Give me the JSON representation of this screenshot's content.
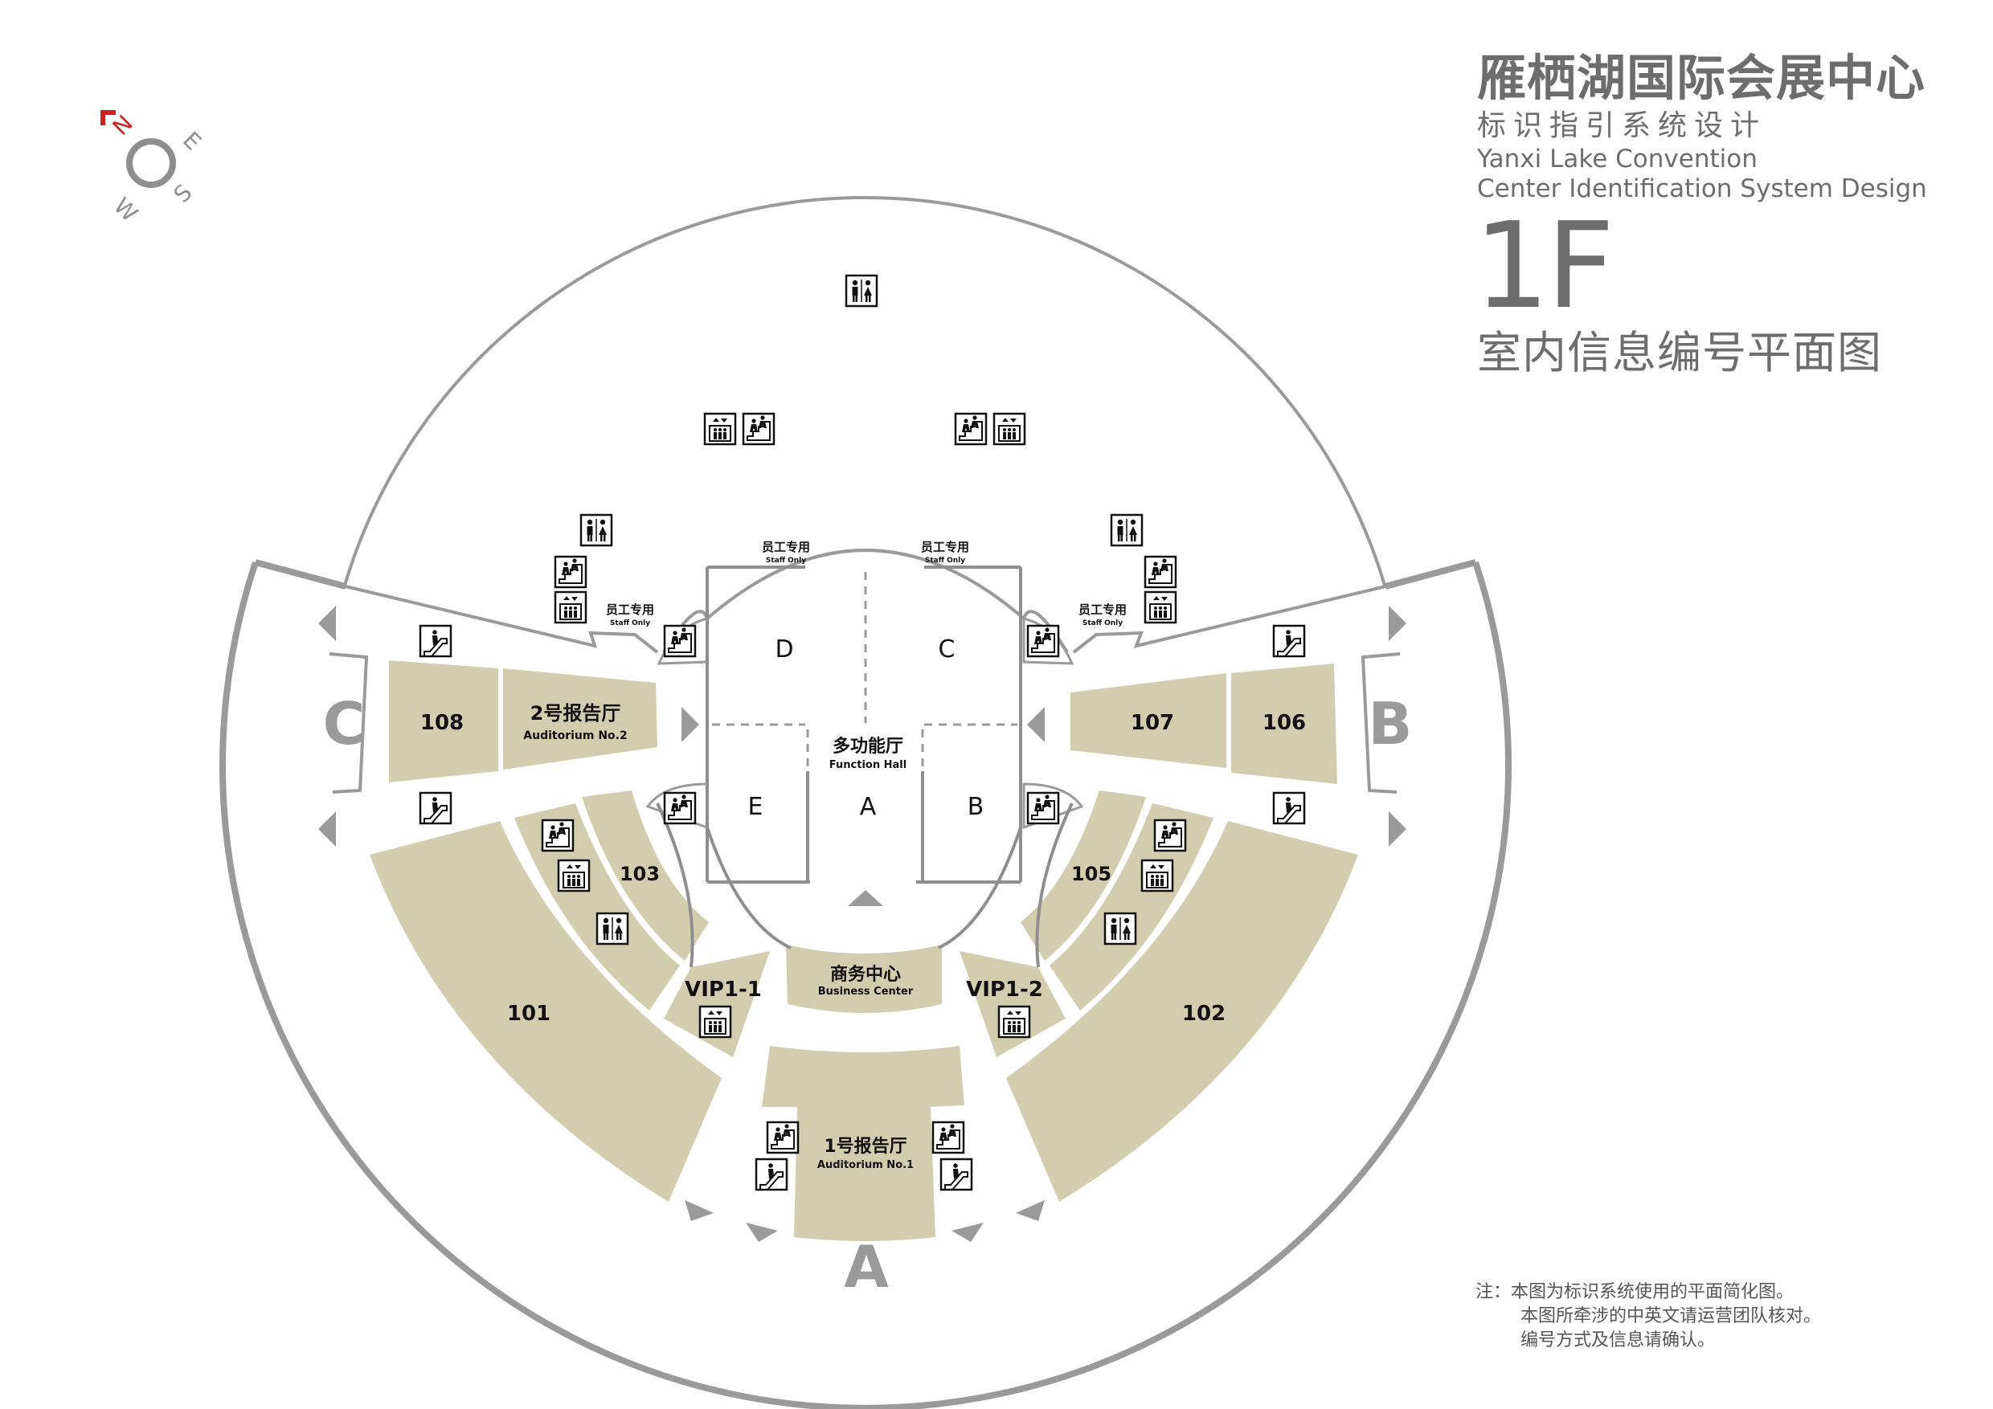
{
  "title": {
    "name_cn": "雁栖湖国际会展中心",
    "subtitle_cn": "标识指引系统设计",
    "name_en_line1": "Yanxi Lake Convention",
    "name_en_line2": "Center Identification System Design",
    "floor": "1F",
    "plan_cn": "室内信息编号平面图"
  },
  "compass": {
    "n": "N",
    "e": "E",
    "s": "S",
    "w": "W"
  },
  "entrances": {
    "a": "A",
    "b": "B",
    "c": "C"
  },
  "rooms": {
    "r108": "108",
    "aud2_cn": "2号报告厅",
    "aud2_en": "Auditorium No.2",
    "r107": "107",
    "r106": "106",
    "r103": "103",
    "r105": "105",
    "r101": "101",
    "r102": "102",
    "vip1": "VIP1-1",
    "vip2": "VIP1-2",
    "biz_cn": "商务中心",
    "biz_en": "Business Center",
    "aud1_cn": "1号报告厅",
    "aud1_en": "Auditorium No.1",
    "func_cn": "多功能厅",
    "func_en": "Function Hall",
    "hall_d": "D",
    "hall_c": "C",
    "hall_e": "E",
    "hall_a": "A",
    "hall_b": "B"
  },
  "staff": {
    "cn": "员工专用",
    "en": "Staff Only"
  },
  "note": {
    "line1": "注：本图为标识系统使用的平面简化图。",
    "line2": "本图所牵涉的中英文请运营团队核对。",
    "line3": "编号方式及信息请确认。"
  },
  "colors": {
    "room_fill": "#d3cdaf",
    "outline": "#9a9a9a",
    "outline_dark": "#8e8e8e",
    "label_dark": "#111111",
    "compass_red": "#cc2222",
    "title_gray": "#6d6d6d"
  },
  "icons": {
    "restroom": "restroom-icon",
    "elevator": "elevator-icon",
    "stairs": "stairs-icon",
    "escalator": "escalator-icon",
    "arrow": "entrance-arrow"
  }
}
